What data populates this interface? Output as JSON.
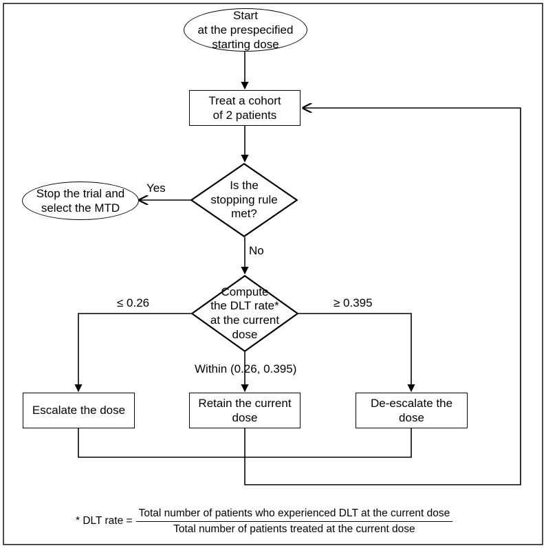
{
  "figure": {
    "type": "flowchart",
    "background_color": "#ffffff",
    "line_color": "#000000",
    "text_color": "#000000"
  },
  "nodes": {
    "start": {
      "shape": "oval",
      "text": "Start\nat the prespecified\nstarting dose"
    },
    "treat_cohort": {
      "shape": "rectangle",
      "text": "Treat a cohort\nof  2  patients"
    },
    "stopping_rule": {
      "shape": "diamond",
      "text": "Is the\nstopping rule\nmet?"
    },
    "stop_trial": {
      "shape": "oval",
      "text": "Stop the trial and\nselect the MTD"
    },
    "compute_dlt": {
      "shape": "diamond",
      "text": "Compute\nthe DLT rate*\nat the current\ndose"
    },
    "escalate": {
      "shape": "rectangle",
      "text": "Escalate the dose"
    },
    "retain": {
      "shape": "rectangle",
      "text": "Retain the current\ndose"
    },
    "deescalate": {
      "shape": "rectangle",
      "text": "De-escalate the\ndose"
    }
  },
  "edge_labels": {
    "yes": "Yes",
    "no": "No",
    "low": "≤ 0.26",
    "high": "≥ 0.395",
    "within": "Within (0.26, 0.395)"
  },
  "footnote": {
    "lead": "* DLT rate =",
    "numerator": "Total number of patients who experienced DLT at the current dose",
    "denominator": "Total number of patients treated at the current dose"
  }
}
